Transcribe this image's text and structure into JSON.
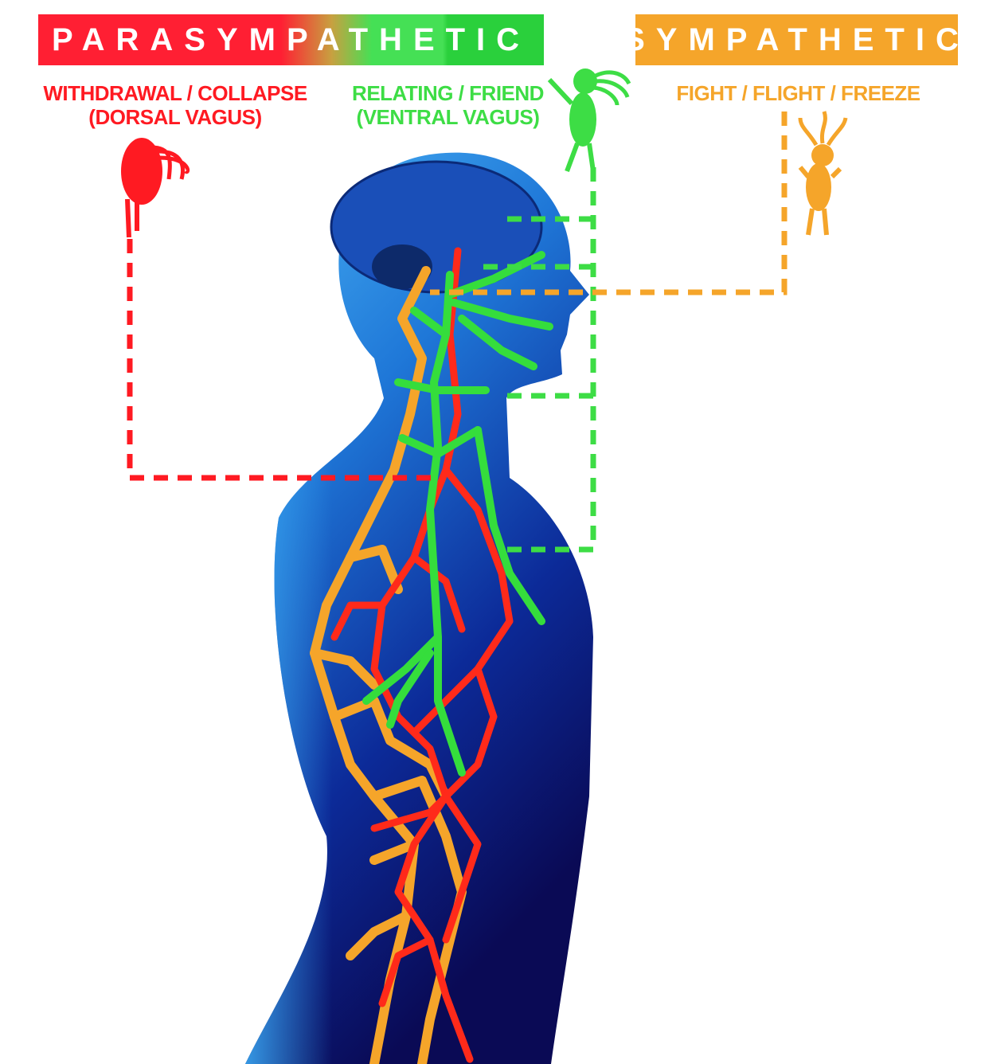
{
  "header": {
    "parasympathetic_label": "PARASYMPATHETIC",
    "sympathetic_label": "SYMPATHETIC"
  },
  "states": {
    "dorsal": {
      "line1": "WITHDRAWAL / COLLAPSE",
      "line2": "(DORSAL VAGUS)",
      "color": "#ff1a22"
    },
    "ventral": {
      "line1": "RELATING / FRIEND",
      "line2": "(VENTRAL VAGUS)",
      "color": "#3ddd45"
    },
    "sympathetic": {
      "line1": "FIGHT / FLIGHT / FREEZE",
      "color": "#f5a52a"
    }
  },
  "colors": {
    "body_light": "#3aa6f0",
    "body_dark": "#0a0a55"
  }
}
